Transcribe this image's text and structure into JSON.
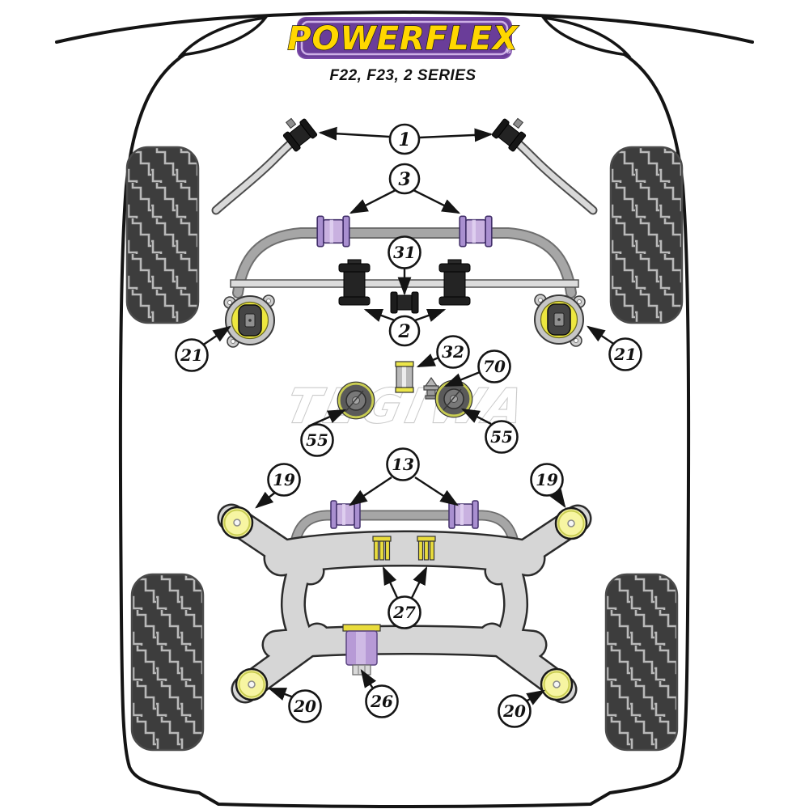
{
  "header": {
    "brand_logo_text": "POWERFLEX",
    "registered_mark": "®",
    "vehicle_model_text": "F22, F23, 2 SERIES"
  },
  "watermark": {
    "text": "TEGIWA"
  },
  "colors": {
    "powerflex_purple": "#6a3d99",
    "powerflex_yellow": "#ffd700",
    "bush_purple": "#c9b1e0",
    "bush_purple_flange": "#a98fd0",
    "bush_yellow": "#f7f5a2",
    "clamp_yellow": "#e9dc3c",
    "anti_roll_bar_gray": "#a6a6a6",
    "subframe_gray": "#d6d6d6",
    "tire_dark": "#3d3d3d"
  },
  "callouts": {
    "c1": "1",
    "c2": "2",
    "c3": "3",
    "c13": "13",
    "c19": "19",
    "c20": "20",
    "c21": "21",
    "c26": "26",
    "c27": "27",
    "c31": "31",
    "c32": "32",
    "c55": "55",
    "c70": "70"
  }
}
